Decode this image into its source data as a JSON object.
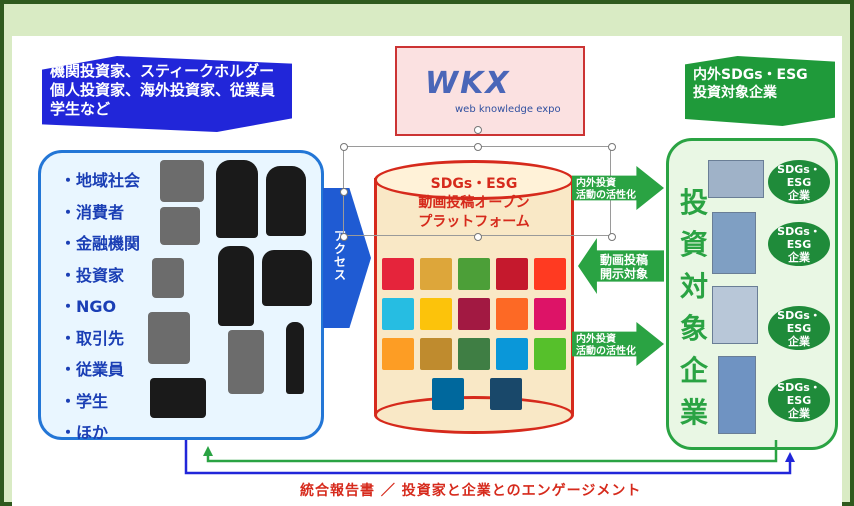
{
  "banners": {
    "left_lines": [
      "機関投資家、スティークホルダー",
      "個人投資家、海外投資家、従業員",
      "学生など"
    ],
    "right_lines": [
      "内外SDGs・ESG",
      "投資対象企業"
    ]
  },
  "logo": {
    "main": "WKX",
    "sub": "web knowledge expo"
  },
  "stakeholders": [
    "・地域社会",
    "・消費者",
    "・金融機関",
    "・投資家",
    "・NGO",
    "・取引先",
    "・従業員",
    "・学生",
    "・ほか"
  ],
  "platform": {
    "title_lines": [
      "SDGs・ESG",
      "動画投稿オープン",
      "プラットフォーム"
    ]
  },
  "access_label": "アクセス",
  "arrows": {
    "top": [
      "内外投資",
      "活動の活性化"
    ],
    "middle": [
      "動画投稿",
      "開示対象"
    ],
    "bottom": [
      "内外投資",
      "活動の活性化"
    ]
  },
  "investee": {
    "vertical_title": [
      "投",
      "資",
      "対",
      "象",
      "企",
      "業"
    ],
    "badges": [
      {
        "line1": "SDGs・ESG",
        "line2": "企業"
      },
      {
        "line1": "SDGs・ESG",
        "line2": "企業"
      },
      {
        "line1": "SDGs・ESG",
        "line2": "企業"
      },
      {
        "line1": "SDGs・ESG",
        "line2": "企業"
      }
    ]
  },
  "bottom_caption": "統合報告書 ／ 投資家と企業とのエンゲージメント",
  "colors": {
    "frame_green": "#2f5a1e",
    "blue": "#2126d9",
    "green": "#2aa343",
    "red": "#d62a1c",
    "sdg_tiles": [
      "#e5243b",
      "#dda63a",
      "#4c9f38",
      "#c5192d",
      "#ff3a21",
      "#26bde2",
      "#fcc30b",
      "#a21942",
      "#fd6925",
      "#dd1367",
      "#fd9d24",
      "#bf8b2e",
      "#3f7e44",
      "#0a97d9",
      "#56c02b",
      "#00689d",
      "#19486a"
    ]
  }
}
